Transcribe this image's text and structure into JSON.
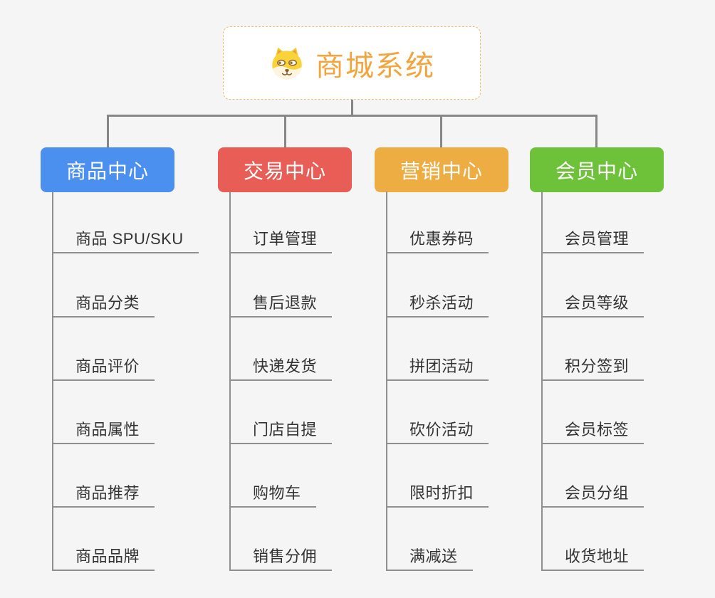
{
  "root": {
    "title": "商城系统",
    "title_color": "#f2a53c",
    "border_color": "#f0bd6b",
    "icon": "shiba-dog-icon"
  },
  "line_color": "#868686",
  "underline_color": "#8f8f8f",
  "item_text_color": "#333333",
  "background_color": "#f5f5f6",
  "branches": [
    {
      "label": "商品中心",
      "color": "#4b90ee",
      "children": [
        "商品 SPU/SKU",
        "商品分类",
        "商品评价",
        "商品属性",
        "商品推荐",
        "商品品牌"
      ]
    },
    {
      "label": "交易中心",
      "color": "#e85d55",
      "children": [
        "订单管理",
        "售后退款",
        "快递发货",
        "门店自提",
        "购物车",
        "销售分佣"
      ]
    },
    {
      "label": "营销中心",
      "color": "#edad42",
      "children": [
        "优惠券码",
        "秒杀活动",
        "拼团活动",
        "砍价活动",
        "限时折扣",
        "满减送"
      ]
    },
    {
      "label": "会员中心",
      "color": "#6ec239",
      "children": [
        "会员管理",
        "会员等级",
        "积分签到",
        "会员标签",
        "会员分组",
        "收货地址"
      ]
    }
  ]
}
